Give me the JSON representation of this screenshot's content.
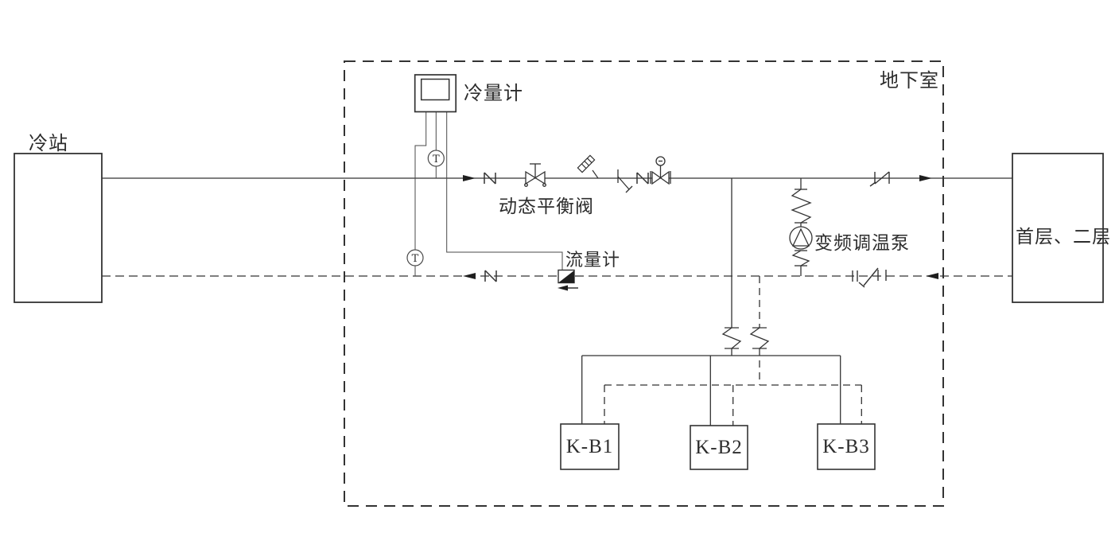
{
  "labels": {
    "cold_station": "冷站",
    "basement": "地下室",
    "cooling_meter": "冷量计",
    "dynamic_balancing_valve": "动态平衡阀",
    "flow_meter": "流量计",
    "vfd_pump": "变频调温泵",
    "floors": "首层、二层",
    "unit_kb1": "K-B1",
    "unit_kb2": "K-B2",
    "unit_kb3": "K-B3",
    "temp_sensor": "T"
  },
  "colors": {
    "line": "#333333",
    "wire": "#4a4a4a",
    "background": "#ffffff",
    "fill_black": "#1e1e1e"
  }
}
